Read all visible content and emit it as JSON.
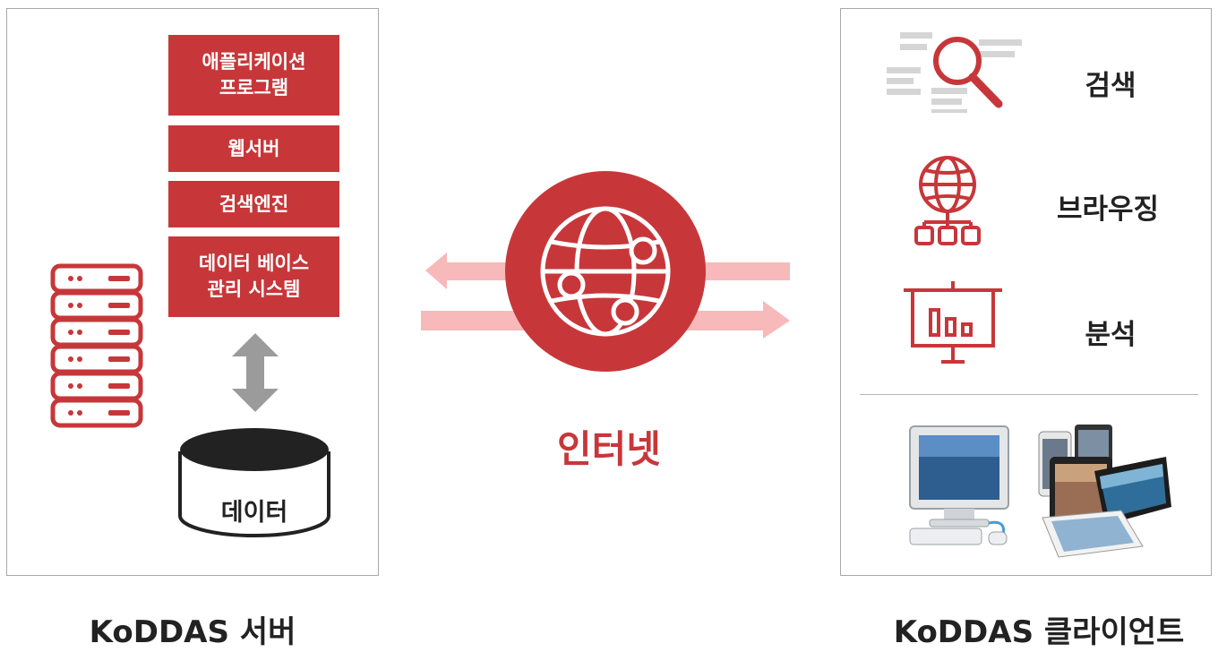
{
  "server": {
    "stack": [
      "애플리케이션\n프로그램",
      "웹서버",
      "검색엔진",
      "데이터 베이스\n관리 시스템"
    ],
    "database_label": "데이터",
    "caption": "KoDDAS 서버"
  },
  "internet": {
    "label": "인터넷"
  },
  "client": {
    "features": [
      "검색",
      "브라우징",
      "분석"
    ],
    "caption": "KoDDAS 클라이언트"
  },
  "colors": {
    "accent": "#c7373a",
    "arrow": "#f7b9b9",
    "gray": "#9b9b9b"
  },
  "icons": [
    "server-rack-icon",
    "database-icon",
    "globe-network-icon",
    "search-icon",
    "globe-hierarchy-icon",
    "presentation-chart-icon",
    "desktop-computer-icon",
    "tablet-devices-icon"
  ]
}
